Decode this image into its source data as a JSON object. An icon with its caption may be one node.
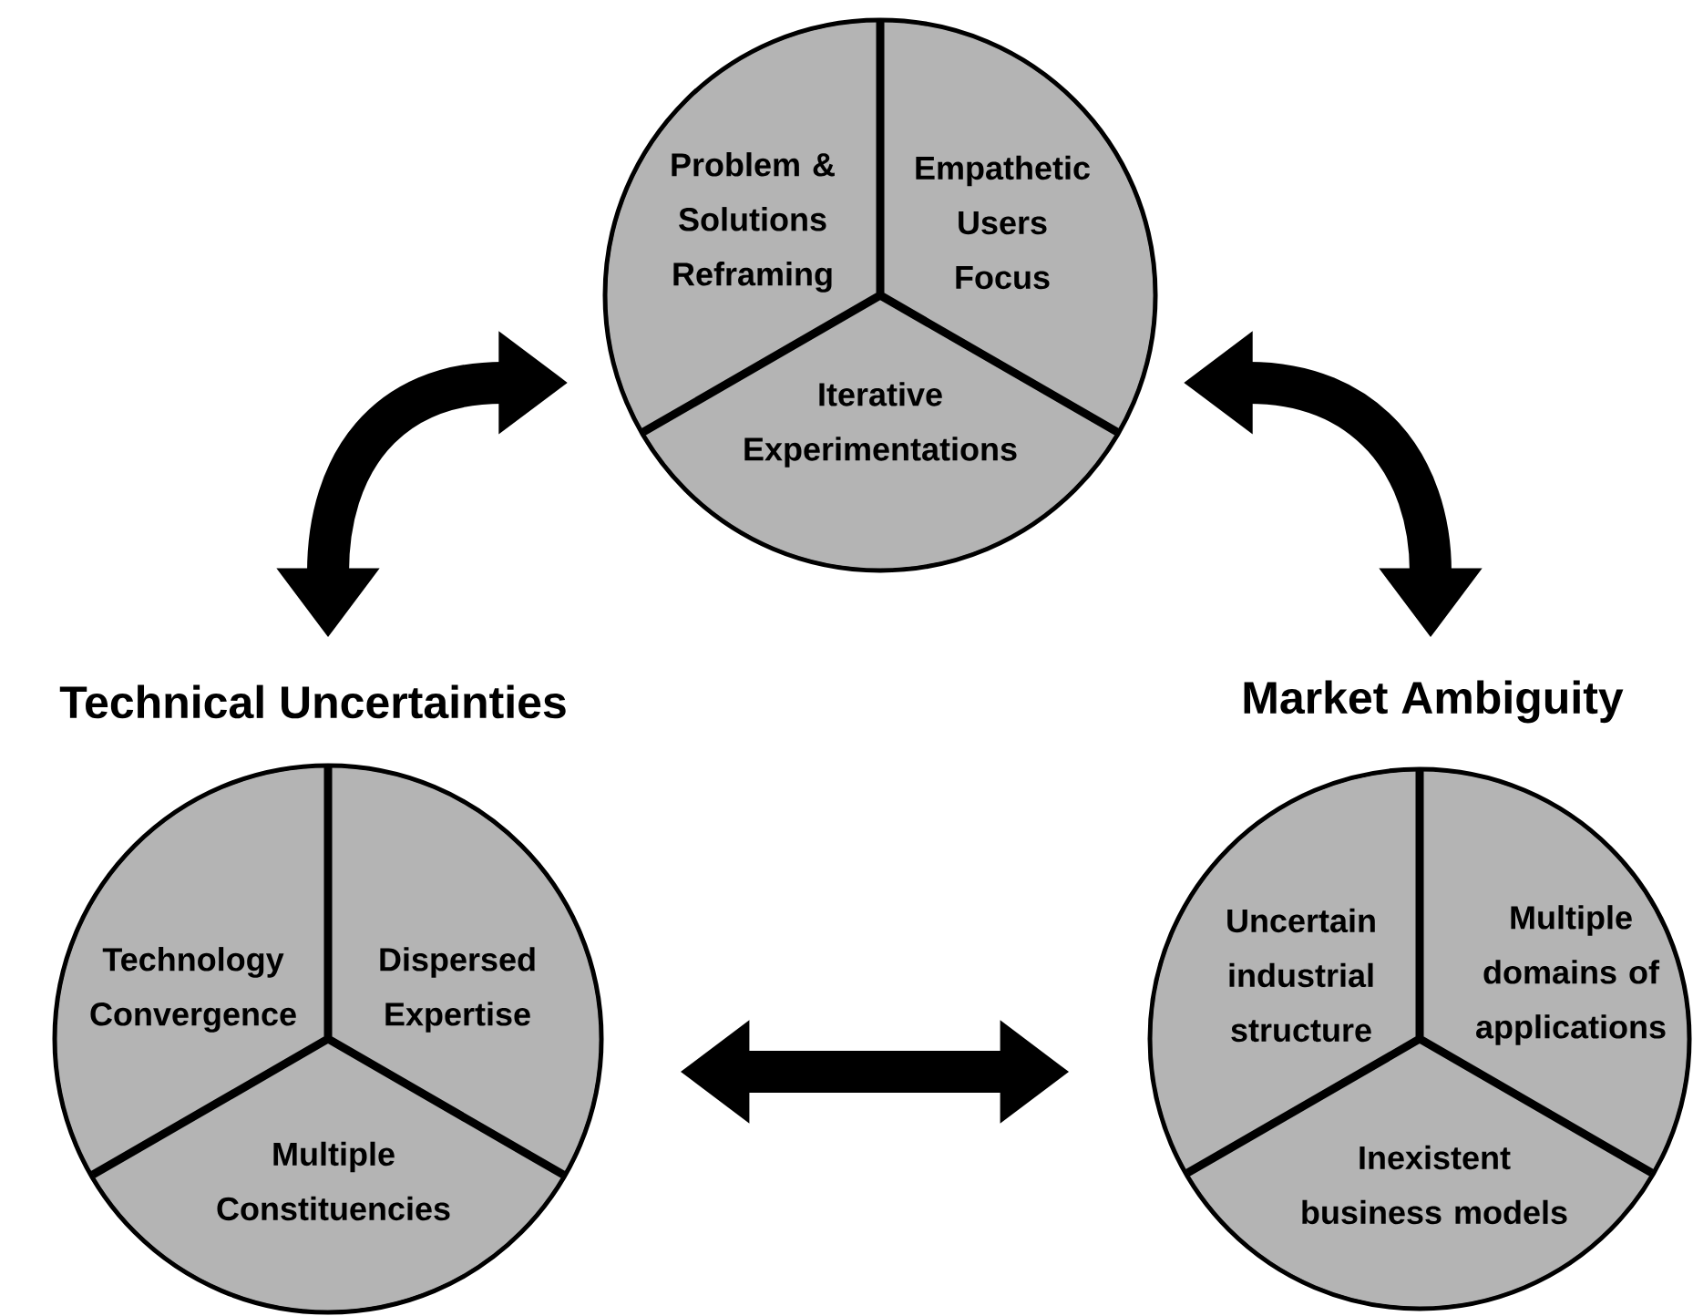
{
  "diagram": {
    "nodes": [
      {
        "text": [],
        "shape": "circle"
      },
      {
        "text": [
          "Problem & Solutions Reframing"
        ],
        "in": 0
      },
      {
        "text": [
          "Empathetic Users Focus"
        ],
        "in": 0
      },
      {
        "text": [
          "Iterative Experimentations"
        ],
        "in": 0
      },
      {
        "text": [
          "Technical Uncertainties"
        ]
      },
      {
        "text": [
          "Technology Convergence"
        ],
        "in": 4
      },
      {
        "text": [
          "Dispersed Expertise"
        ],
        "in": 4
      },
      {
        "text": [
          "Multiple Constituencies"
        ],
        "in": 4
      },
      {
        "text": [
          "Market Ambiguity"
        ]
      },
      {
        "text": [
          "Uncertain industrial structure"
        ],
        "in": 8
      },
      {
        "text": [
          "Multiple domains of applications"
        ],
        "in": 8
      },
      {
        "text": [
          "Inexistent business models"
        ],
        "in": 8
      }
    ],
    "edges": [
      {
        "from": 0,
        "to": 4,
        "arrow": "both"
      },
      {
        "from": 0,
        "to": 8,
        "arrow": "both"
      },
      {
        "from": 4,
        "to": 8,
        "arrow": "both"
      }
    ]
  }
}
